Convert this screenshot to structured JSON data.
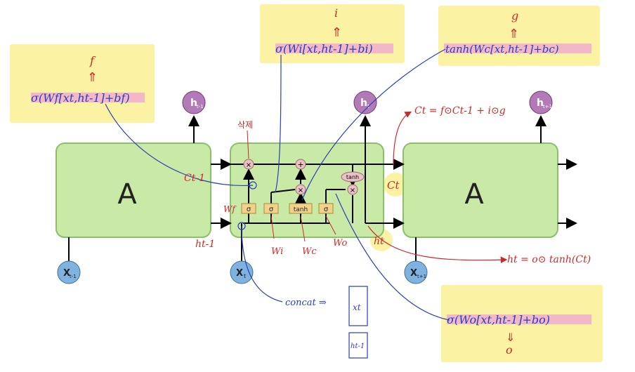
{
  "cells": {
    "left_label": "A",
    "right_label": "A",
    "gate_sigma": "σ",
    "gate_tanh": "tanh",
    "op_mul": "×",
    "op_add": "+",
    "op_tanh": "tanh"
  },
  "nodes": {
    "h_left": "h",
    "h_left_sub": "t-1",
    "h_mid": "h",
    "h_mid_sub": "t",
    "h_right": "h",
    "h_right_sub": "t+1",
    "x_left": "X",
    "x_left_sub": "t-1",
    "x_mid": "X",
    "x_mid_sub": "t",
    "x_right": "X",
    "x_right_sub": "t+1"
  },
  "annotations": {
    "f_symbol": "f",
    "f_formula": "σ(Wf[xt,ht-1]+bf)",
    "i_symbol": "i",
    "i_formula": "σ(Wi[xt,ht-1]+bi)",
    "g_symbol": "g",
    "g_formula": "tanh(Wc[xt,ht-1]+bc)",
    "o_symbol": "o",
    "o_formula": "σ(Wo[xt,ht-1]+bo)",
    "arrow": "⇑",
    "arrow_down": "⇓",
    "ct_formula": "Ct = f⊙Ct-1 + i⊙g",
    "ht_formula": "ht = o⊙ tanh(Ct)",
    "ct_prev": "Ct-1",
    "ht_prev": "ht-1",
    "ct": "Ct",
    "ht": "ht",
    "wf": "Wf",
    "wi": "Wi",
    "wc": "Wc",
    "wo": "Wo",
    "forget_note": "삭제",
    "concat": "concat ⇒",
    "vec_top": "xt",
    "vec_bottom": "ht-1"
  },
  "colors": {
    "cell_fill": "#c9e9a6",
    "cell_stroke": "#8bbf6a",
    "highlight": "#fbf3a3",
    "pink": "#f2b8c8",
    "h_node": "#b27ab6",
    "x_node": "#7fb2de",
    "gate": "#f2d28a",
    "op": "#ecc1c6",
    "blue_ink": "#2a3fb8",
    "red_ink": "#cc2a2a"
  }
}
